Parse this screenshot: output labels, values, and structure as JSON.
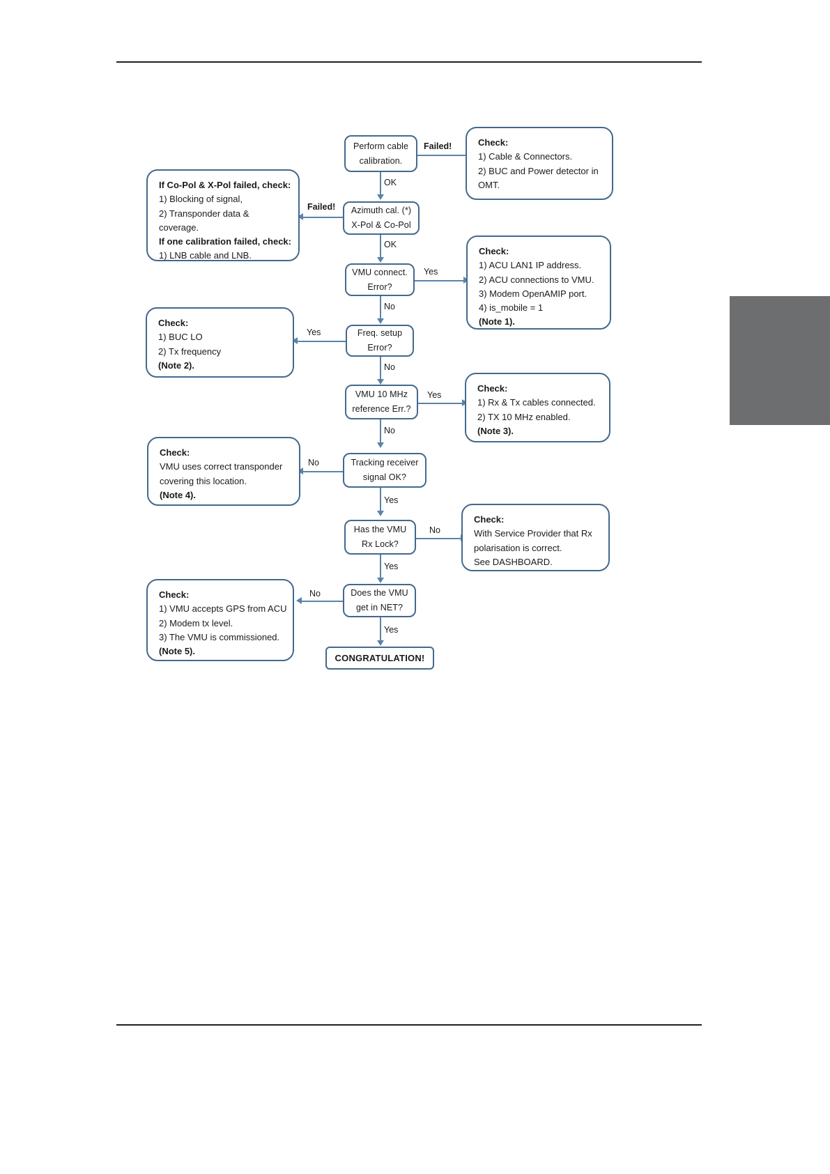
{
  "page": {
    "accent_color": "#44688c",
    "connector_color": "#5b83a8",
    "rule_color": "#231f20",
    "margin_tab_color": "#6d6e70"
  },
  "flow": {
    "nodes": [
      {
        "id": "perform-cable-calibration",
        "lines": [
          "Perform cable",
          "calibration."
        ]
      },
      {
        "id": "azimuth-cal",
        "lines": [
          "Azimuth cal. (*)",
          "X-Pol & Co-Pol"
        ]
      },
      {
        "id": "vmu-connect-error",
        "lines": [
          "VMU connect.",
          "Error?"
        ]
      },
      {
        "id": "freq-setup-error",
        "lines": [
          "Freq. setup",
          "Error?"
        ]
      },
      {
        "id": "vmu-10mhz-reference-error",
        "lines": [
          "VMU 10 MHz",
          "reference Err.?"
        ]
      },
      {
        "id": "tracking-receiver-signal",
        "lines": [
          "Tracking receiver",
          "signal OK?"
        ]
      },
      {
        "id": "vmu-rx-lock",
        "lines": [
          "Has the VMU",
          "Rx Lock?"
        ]
      },
      {
        "id": "vmu-get-in-net",
        "lines": [
          "Does the VMU",
          "get in NET?"
        ]
      }
    ],
    "terminal": {
      "id": "congratulation",
      "label": "CONGRATULATION!"
    },
    "notes": [
      {
        "id": "note-cable-connectors",
        "lines": [
          "Check:",
          "1) Cable & Connectors.",
          "2) BUC and Power detector in",
          "OMT."
        ]
      },
      {
        "id": "note-copol-xpol-failed",
        "lines": [
          "If Co-Pol & X-Pol failed, check:",
          "1) Blocking of signal,",
          "2) Transponder data &",
          "coverage.",
          "If one calibration failed, check:",
          "1) LNB cable and LNB."
        ]
      },
      {
        "id": "note-acu-connection",
        "lines": [
          "Check:",
          "1) ACU LAN1 IP address.",
          "2) ACU connections to VMU.",
          "3) Modem OpenAMIP port.",
          "4) is_mobile = 1",
          "(Note 1)."
        ]
      },
      {
        "id": "note-buc-lo",
        "lines": [
          "Check:",
          "1) BUC LO",
          "2) Tx frequency",
          "(Note 2)."
        ]
      },
      {
        "id": "note-rx-tx-cables",
        "lines": [
          "Check:",
          "1) Rx & Tx cables connected.",
          "2) TX 10 MHz enabled.",
          "(Note 3)."
        ]
      },
      {
        "id": "note-transponder-coverage",
        "lines": [
          "Check:",
          "VMU uses correct transponder",
          "covering this location.",
          "(Note 4)."
        ]
      },
      {
        "id": "note-service-provider",
        "lines": [
          "Check:",
          "With Service Provider that Rx",
          "polarisation is correct.",
          "See DASHBOARD."
        ]
      },
      {
        "id": "note-gps-commissioned",
        "lines": [
          "Check:",
          "1) VMU accepts GPS from ACU",
          "2) Modem tx level.",
          "3) The VMU is commissioned.",
          "(Note 5)."
        ]
      }
    ],
    "edge_labels": {
      "cable_failed": "Failed!",
      "cable_ok": "OK",
      "azimuth_failed": "Failed!",
      "azimuth_ok": "OK",
      "vmu_connect_yes": "Yes",
      "vmu_connect_no": "No",
      "freq_setup_yes": "Yes",
      "freq_setup_no": "No",
      "ref_err_yes": "Yes",
      "ref_err_no": "No",
      "tracking_no": "No",
      "tracking_yes": "Yes",
      "rxlock_no": "No",
      "rxlock_yes": "Yes",
      "net_no": "No",
      "net_yes": "Yes"
    }
  }
}
